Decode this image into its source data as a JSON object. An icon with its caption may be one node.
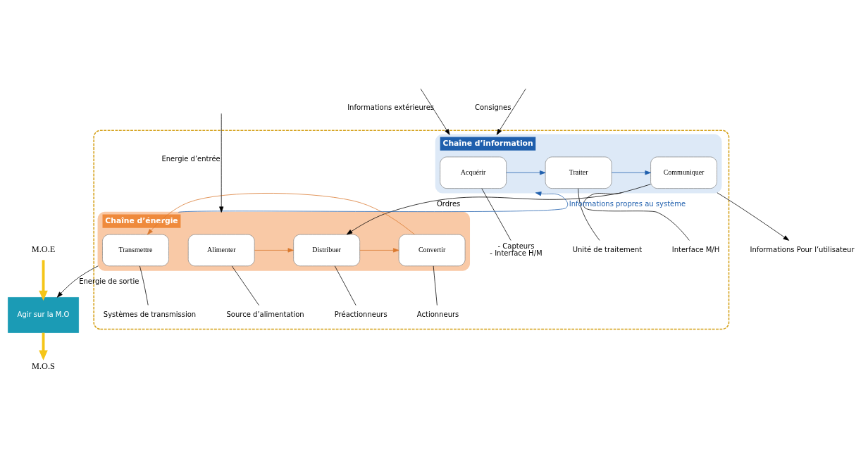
{
  "diagram": {
    "nodes": [
      {
        "text": [],
        "shape": "box"
      },
      {
        "text": [
          "Chaîne d’information"
        ],
        "in": 0
      },
      {
        "text": [
          "Acquérir"
        ],
        "in": 1
      },
      {
        "text": [
          "Traiter"
        ],
        "in": 1
      },
      {
        "text": [
          "Communiquer"
        ],
        "in": 1
      },
      {
        "text": [
          "Chaîne d’énergie"
        ],
        "in": 0
      },
      {
        "text": [
          "Alimenter"
        ],
        "in": 5
      },
      {
        "text": [
          "Distribuer"
        ],
        "in": 5
      },
      {
        "text": [
          "Convertir"
        ],
        "in": 5
      },
      {
        "text": [
          "Transmettre"
        ],
        "in": 5
      },
      {
        "text": [
          "Agir sur la M.O"
        ]
      },
      {
        "text": [
          "Informations Pour l’utilisateur"
        ]
      },
      {
        "text": [
          "M.O.E"
        ]
      },
      {
        "text": [
          "M.O.S"
        ]
      },
      {
        "text": [
          "- Capteurs",
          "- Interface H/M"
        ],
        "in": 0
      },
      {
        "text": [
          "Unité de traitement"
        ],
        "in": 0
      },
      {
        "text": [
          "Interface M/H"
        ],
        "in": 0
      },
      {
        "text": [
          "Source d’alimentation"
        ],
        "in": 0
      },
      {
        "text": [
          "Préactionneurs"
        ],
        "in": 0
      },
      {
        "text": [
          "Actionneurs"
        ],
        "in": 0
      },
      {
        "text": [
          "Systèmes de transmission"
        ],
        "in": 0
      }
    ],
    "edges": [
      {
        "from": null,
        "to": 1,
        "arrow": "to",
        "label": "Consignes"
      },
      {
        "from": null,
        "to": 1,
        "arrow": "to",
        "label": "Informations extérieures"
      },
      {
        "from": 2,
        "to": 3,
        "arrow": "to",
        "color": "#1f5fad"
      },
      {
        "from": 3,
        "to": 4,
        "arrow": "to",
        "color": "#1f5fad"
      },
      {
        "from": 1,
        "to": 11,
        "arrow": "to"
      },
      {
        "from": 1,
        "to": 7,
        "arrow": "to",
        "label": "Ordres"
      },
      {
        "from": 5,
        "to": 1,
        "arrow": "to",
        "label": "Informations propres au système",
        "color": "#1f5fad"
      },
      {
        "from": null,
        "to": 5,
        "arrow": "to",
        "label": "Energie d’entrée"
      },
      {
        "from": 6,
        "to": 7,
        "arrow": "to",
        "color": "#d9782d"
      },
      {
        "from": 7,
        "to": 8,
        "arrow": "to",
        "color": "#d9782d"
      },
      {
        "from": 8,
        "to": 9,
        "arrow": "to",
        "color": "#d9782d"
      },
      {
        "from": 5,
        "to": 10,
        "arrow": "to",
        "label": "Energie de sortie"
      },
      {
        "from": 12,
        "to": 10,
        "arrow": "to",
        "style": "thick",
        "color": "#f5c518"
      },
      {
        "from": 10,
        "to": 13,
        "arrow": "to",
        "style": "thick",
        "color": "#f5c518"
      },
      {
        "from": 2,
        "to": 14,
        "arrow": "none"
      },
      {
        "from": 3,
        "to": 15,
        "arrow": "none"
      },
      {
        "from": 4,
        "to": 16,
        "arrow": "none"
      },
      {
        "from": 6,
        "to": 17,
        "arrow": "none"
      },
      {
        "from": 7,
        "to": 18,
        "arrow": "none"
      },
      {
        "from": 8,
        "to": 19,
        "arrow": "none"
      },
      {
        "from": 9,
        "to": 20,
        "arrow": "none"
      }
    ]
  }
}
